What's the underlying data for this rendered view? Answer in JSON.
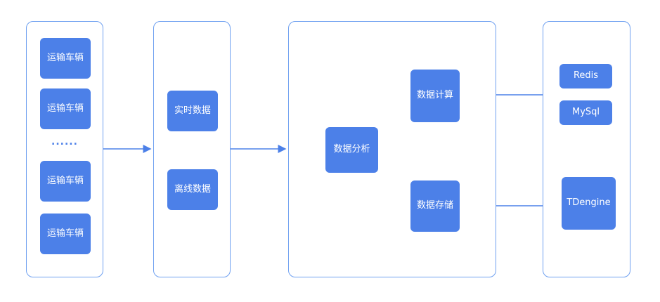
{
  "diagram": {
    "colors": {
      "node_fill": "#4C80E8",
      "container_border": "#6FA0F0",
      "connector": "#4C80E8",
      "node_text": "#FFFFFF"
    },
    "vehicles_group": {
      "items": [
        "运输车辆",
        "运输车辆",
        "运输车辆",
        "运输车辆"
      ],
      "ellipsis": "......"
    },
    "data_group": {
      "realtime": "实时数据",
      "offline": "离线数据"
    },
    "analysis_group": {
      "analysis": "数据分析",
      "compute": "数据计算",
      "storage": "数据存储"
    },
    "storage_group": {
      "redis": "Redis",
      "mysql": "MySql",
      "tdengine": "TDengine"
    }
  }
}
